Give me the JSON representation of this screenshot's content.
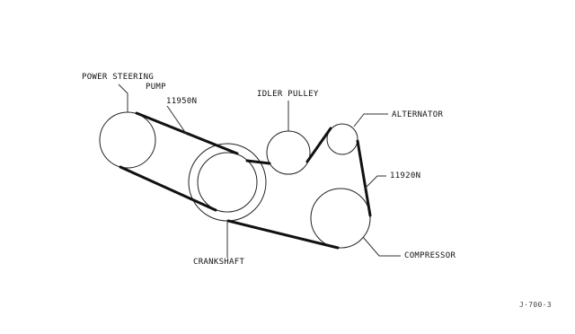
{
  "labels": {
    "power_steering_line1": "POWER STEERING",
    "power_steering_line2": "PUMP",
    "belt_ps": "11950N",
    "idler_pulley": "IDLER PULLEY",
    "alternator": "ALTERNATOR",
    "belt_main": "11920N",
    "compressor": "COMPRESSOR",
    "crankshaft": "CRANKSHAFT",
    "diagram_code": "J·700·3"
  }
}
